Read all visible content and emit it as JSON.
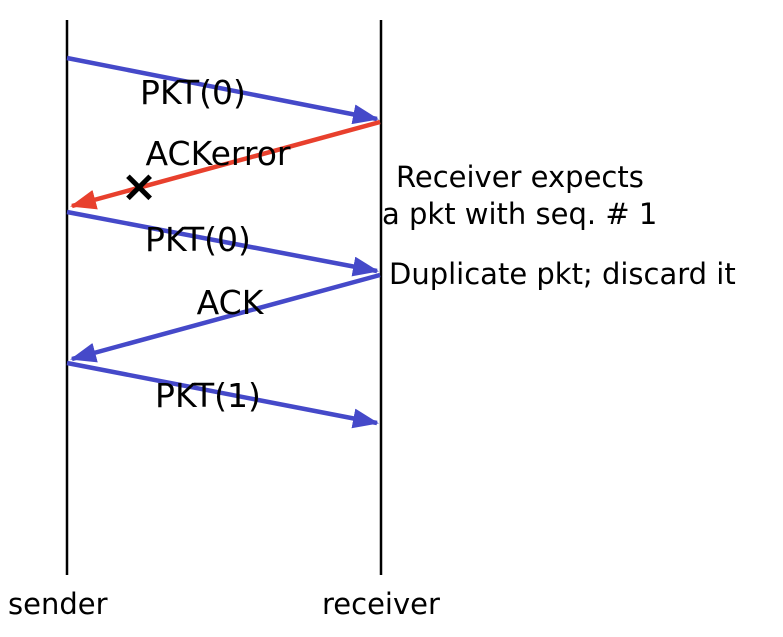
{
  "colors": {
    "packet_arrow": "#4549c9",
    "error_arrow": "#e8402d",
    "lifeline": "#000000"
  },
  "lifelines": {
    "sender": "sender",
    "receiver": "receiver"
  },
  "messages": {
    "pkt0_first": "PKT(0)",
    "ack_error": "ACKerror",
    "loss_mark": "×",
    "pkt0_retransmit": "PKT(0)",
    "ack": "ACK",
    "pkt1": "PKT(1)"
  },
  "annotations": {
    "receiver_expects_line1": "Receiver expects",
    "receiver_expects_line2": "a pkt with seq. # 1",
    "duplicate_note": "Duplicate pkt; discard it"
  }
}
